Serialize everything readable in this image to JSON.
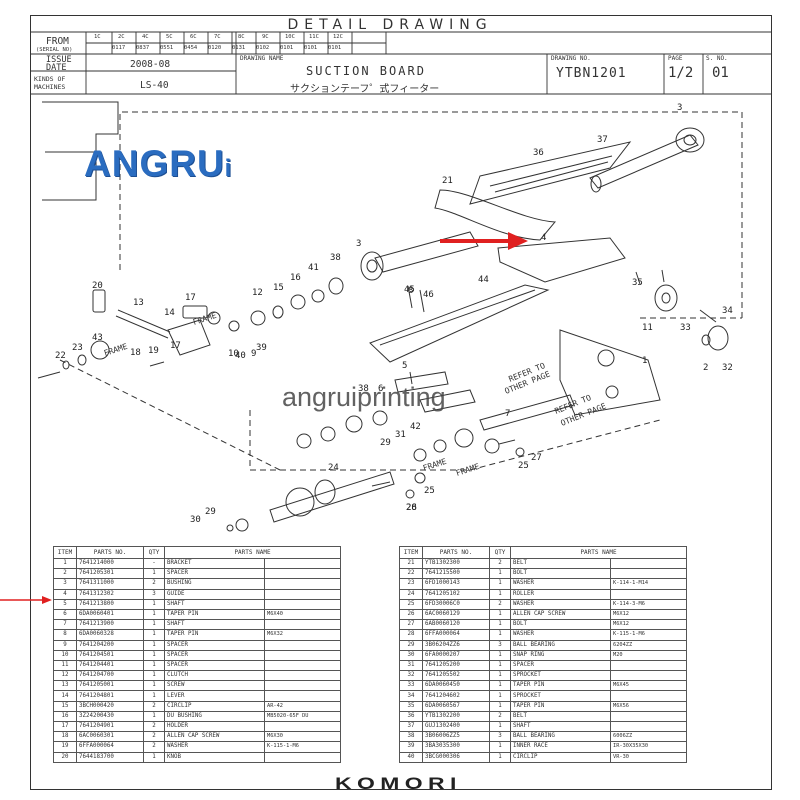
{
  "header": {
    "title": "DETAIL DRAWING",
    "from_label": "FROM",
    "from_sub": "(SERIAL NO)",
    "from_codes": [
      "1C",
      "2C",
      "4C",
      "5C",
      "6C",
      "7C",
      "8C",
      "9C",
      "10C",
      "11C",
      "12C"
    ],
    "from_values": [
      "0117",
      "0837",
      "0551",
      "0454",
      "0120",
      "0131",
      "0102",
      "0101",
      "0101",
      "0101"
    ],
    "issue_label_1": "ISSUE",
    "issue_label_2": "DATE",
    "issue_value": "2008-08",
    "kinds_label_1": "KINDS OF",
    "kinds_label_2": "MACHINES",
    "kinds_value": "LS-40",
    "drawing_name_label": "DRAWING NAME",
    "drawing_name": "SUCTION BOARD",
    "drawing_name_jp": "サクションテーフ゜式フィーター",
    "drawing_no_label": "DRAWING NO.",
    "drawing_no": "YTBN1201",
    "page_label": "PAGE",
    "page_value": "1/2",
    "sno_label": "S. NO.",
    "sno_value": "01"
  },
  "watermark": {
    "logo_main": "ANGRU",
    "logo_tail": "i",
    "text": "angruiprinting",
    "footer": "KOMORI"
  },
  "diagram": {
    "frame_label": "FRAME",
    "refer_label_1": "REFER TO",
    "refer_label_2": "OTHER PAGE",
    "arrow_color": "#e02020"
  },
  "parts_table": {
    "headers": [
      "ITEM",
      "PARTS NO.",
      "QTY",
      "PARTS NAME"
    ],
    "left": [
      {
        "item": "1",
        "no": "7641214000",
        "qty": "-",
        "name": "BRACKET",
        "spec": ""
      },
      {
        "item": "2",
        "no": "7641205301",
        "qty": "1",
        "name": "SPACER",
        "spec": ""
      },
      {
        "item": "3",
        "no": "7641311000",
        "qty": "2",
        "name": "BUSHING",
        "spec": ""
      },
      {
        "item": "4",
        "no": "7641312302",
        "qty": "3",
        "name": "GUIDE",
        "spec": ""
      },
      {
        "item": "5",
        "no": "7641213800",
        "qty": "1",
        "name": "SHAFT",
        "spec": ""
      },
      {
        "item": "6",
        "no": "6DA0060401",
        "qty": "1",
        "name": "TAPER PIN",
        "spec": "M6X40"
      },
      {
        "item": "7",
        "no": "7641213900",
        "qty": "1",
        "name": "SHAFT",
        "spec": ""
      },
      {
        "item": "8",
        "no": "6DA0060328",
        "qty": "1",
        "name": "TAPER PIN",
        "spec": "M6X32"
      },
      {
        "item": "9",
        "no": "7641204200",
        "qty": "1",
        "name": "SPACER",
        "spec": ""
      },
      {
        "item": "10",
        "no": "7641204501",
        "qty": "1",
        "name": "SPACER",
        "spec": ""
      },
      {
        "item": "11",
        "no": "7641204401",
        "qty": "1",
        "name": "SPACER",
        "spec": ""
      },
      {
        "item": "12",
        "no": "7641204700",
        "qty": "1",
        "name": "CLUTCH",
        "spec": ""
      },
      {
        "item": "13",
        "no": "7641205001",
        "qty": "1",
        "name": "SCREW",
        "spec": ""
      },
      {
        "item": "14",
        "no": "7641204801",
        "qty": "1",
        "name": "LEVER",
        "spec": ""
      },
      {
        "item": "15",
        "no": "3BCH000420",
        "qty": "2",
        "name": "CIRCLIP",
        "spec": "AR-42"
      },
      {
        "item": "16",
        "no": "3Z24200430",
        "qty": "1",
        "name": "DU BUSHING",
        "spec": "MB5020-65F DU"
      },
      {
        "item": "17",
        "no": "7641204901",
        "qty": "2",
        "name": "HOLDER",
        "spec": ""
      },
      {
        "item": "18",
        "no": "6AC0060301",
        "qty": "2",
        "name": "ALLEN CAP SCREW",
        "spec": "M6X30"
      },
      {
        "item": "19",
        "no": "6FFA000064",
        "qty": "2",
        "name": "WASHER",
        "spec": "K-115-1-M6"
      },
      {
        "item": "20",
        "no": "7644183700",
        "qty": "1",
        "name": "KNOB",
        "spec": ""
      }
    ],
    "right": [
      {
        "item": "21",
        "no": "YTB1302300",
        "qty": "2",
        "name": "BELT",
        "spec": ""
      },
      {
        "item": "22",
        "no": "7641215500",
        "qty": "1",
        "name": "BOLT",
        "spec": ""
      },
      {
        "item": "23",
        "no": "6FD1000143",
        "qty": "1",
        "name": "WASHER",
        "spec": "K-114-1-M14"
      },
      {
        "item": "24",
        "no": "7641205102",
        "qty": "1",
        "name": "ROLLER",
        "spec": ""
      },
      {
        "item": "25",
        "no": "6FD30006C0",
        "qty": "2",
        "name": "WASHER",
        "spec": "K-114-3-M6"
      },
      {
        "item": "26",
        "no": "6AC0060129",
        "qty": "1",
        "name": "ALLEN CAP SCREW",
        "spec": "M6X12"
      },
      {
        "item": "27",
        "no": "6AB0060120",
        "qty": "1",
        "name": "BOLT",
        "spec": "M6X12"
      },
      {
        "item": "28",
        "no": "6FFA000064",
        "qty": "1",
        "name": "WASHER",
        "spec": "K-115-1-M6"
      },
      {
        "item": "29",
        "no": "3B06204ZZ6",
        "qty": "3",
        "name": "BALL BEARING",
        "spec": "6204ZZ"
      },
      {
        "item": "30",
        "no": "6FA0000207",
        "qty": "1",
        "name": "SNAP RING",
        "spec": "M20"
      },
      {
        "item": "31",
        "no": "7641205200",
        "qty": "1",
        "name": "SPACER",
        "spec": ""
      },
      {
        "item": "32",
        "no": "7641205502",
        "qty": "1",
        "name": "SPROCKET",
        "spec": ""
      },
      {
        "item": "33",
        "no": "6DA0060450",
        "qty": "1",
        "name": "TAPER PIN",
        "spec": "M6X45"
      },
      {
        "item": "34",
        "no": "7641204602",
        "qty": "1",
        "name": "SPROCKET",
        "spec": ""
      },
      {
        "item": "35",
        "no": "6DA0060567",
        "qty": "1",
        "name": "TAPER PIN",
        "spec": "M6X56"
      },
      {
        "item": "36",
        "no": "YTB1302200",
        "qty": "2",
        "name": "BELT",
        "spec": ""
      },
      {
        "item": "37",
        "no": "GUJ1302400",
        "qty": "1",
        "name": "SHAFT",
        "spec": ""
      },
      {
        "item": "38",
        "no": "3B06006ZZ5",
        "qty": "3",
        "name": "BALL BEARING",
        "spec": "6006ZZ"
      },
      {
        "item": "39",
        "no": "3BA3035300",
        "qty": "1",
        "name": "INNER RACE",
        "spec": "IR-30X35X30"
      },
      {
        "item": "40",
        "no": "3BCG000306",
        "qty": "1",
        "name": "CIRCLIP",
        "spec": "VR-30"
      }
    ]
  },
  "callouts": [
    "1",
    "2",
    "3",
    "3",
    "4",
    "5",
    "6",
    "7",
    "8",
    "9",
    "10",
    "11",
    "12",
    "13",
    "14",
    "15",
    "16",
    "17",
    "17",
    "18",
    "19",
    "20",
    "21",
    "22",
    "23",
    "24",
    "25",
    "25",
    "26",
    "27",
    "28",
    "29",
    "29",
    "30",
    "31",
    "32",
    "33",
    "34",
    "35",
    "36",
    "37",
    "38",
    "38",
    "39",
    "40",
    "41",
    "42",
    "43",
    "44",
    "45",
    "46"
  ]
}
